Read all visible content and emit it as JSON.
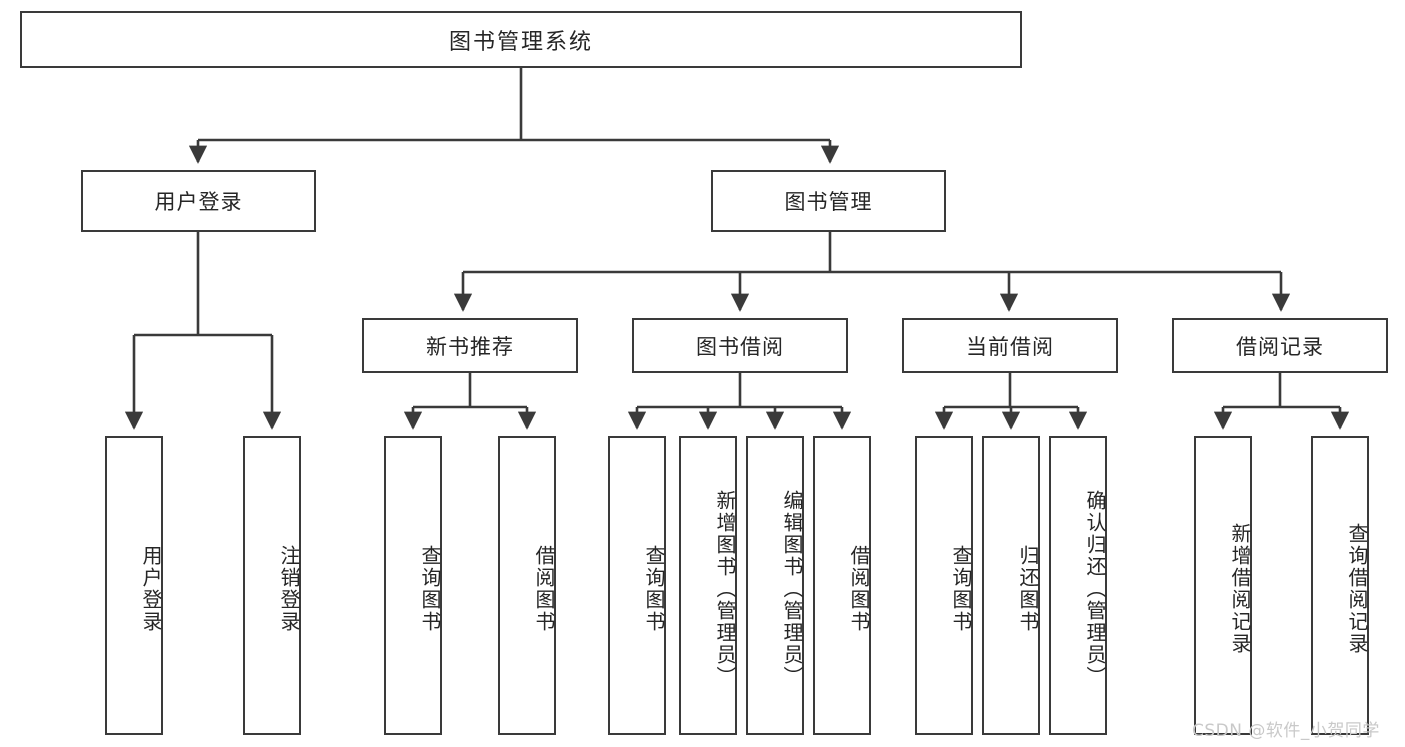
{
  "diagram": {
    "type": "tree-hierarchy",
    "title": "图书管理系统",
    "root": {
      "label": "图书管理系统"
    },
    "level2": [
      {
        "label": "用户登录"
      },
      {
        "label": "图书管理"
      }
    ],
    "level3": [
      {
        "label": "新书推荐"
      },
      {
        "label": "图书借阅"
      },
      {
        "label": "当前借阅"
      },
      {
        "label": "借阅记录"
      }
    ],
    "leaves": {
      "user_login": [
        {
          "label": "用户登录"
        },
        {
          "label": "注销登录"
        }
      ],
      "new_book_recommend": [
        {
          "label": "查询图书"
        },
        {
          "label": "借阅图书"
        }
      ],
      "book_borrow": [
        {
          "label": "查询图书"
        },
        {
          "label": "新增图书（管理员）"
        },
        {
          "label": "编辑图书（管理员）"
        },
        {
          "label": "借阅图书"
        }
      ],
      "current_borrow": [
        {
          "label": "查询图书"
        },
        {
          "label": "归还图书"
        },
        {
          "label": "确认归还（管理员）"
        }
      ],
      "borrow_record": [
        {
          "label": "新增借阅记录"
        },
        {
          "label": "查询借阅记录"
        }
      ]
    }
  },
  "watermark": {
    "text": "CSDN @软件_小贺同学"
  },
  "colors": {
    "border": "#3a3a3a",
    "text": "#262626",
    "background": "#ffffff",
    "watermark": "#c9c9c9"
  }
}
